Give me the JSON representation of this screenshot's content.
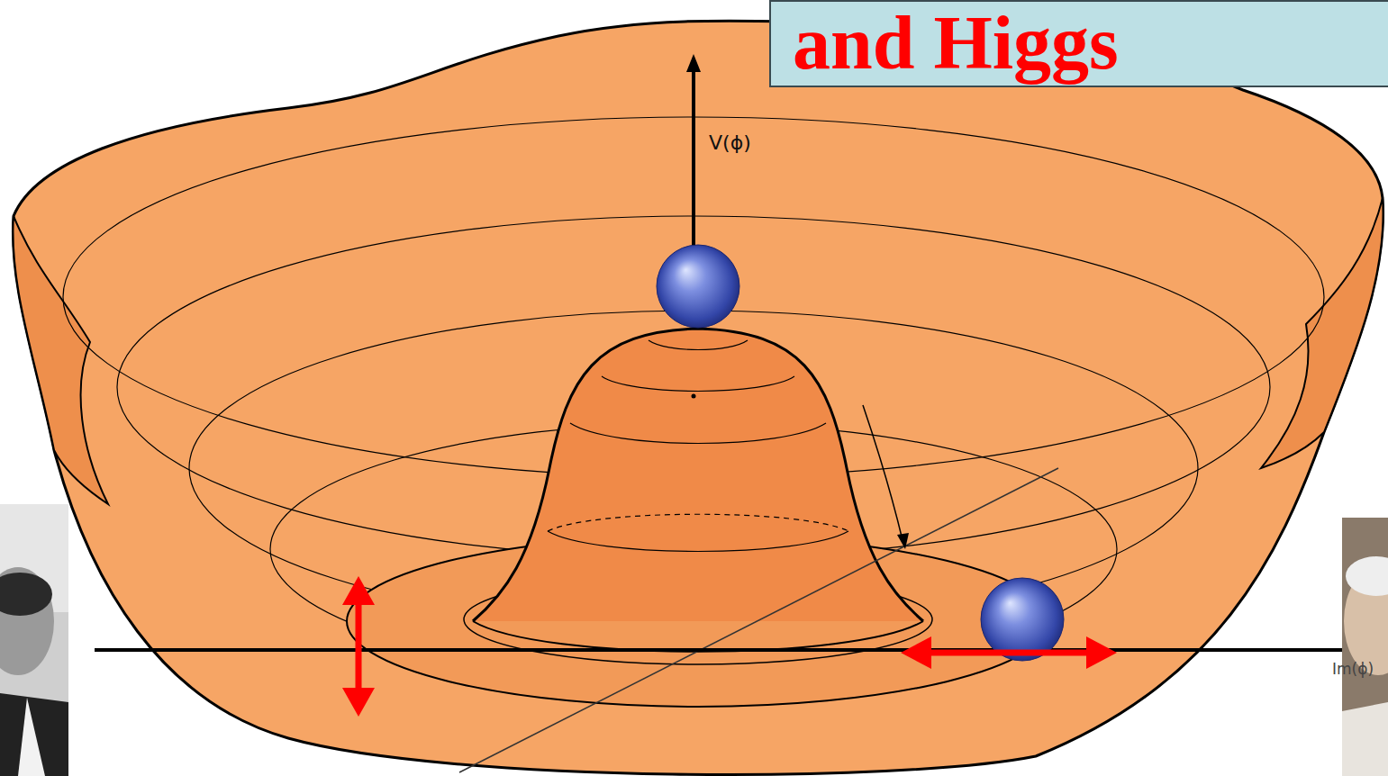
{
  "diagram": {
    "title": "and Higgs",
    "labels": [
      "V(ϕ)",
      "Im(ϕ)"
    ]
  }
}
